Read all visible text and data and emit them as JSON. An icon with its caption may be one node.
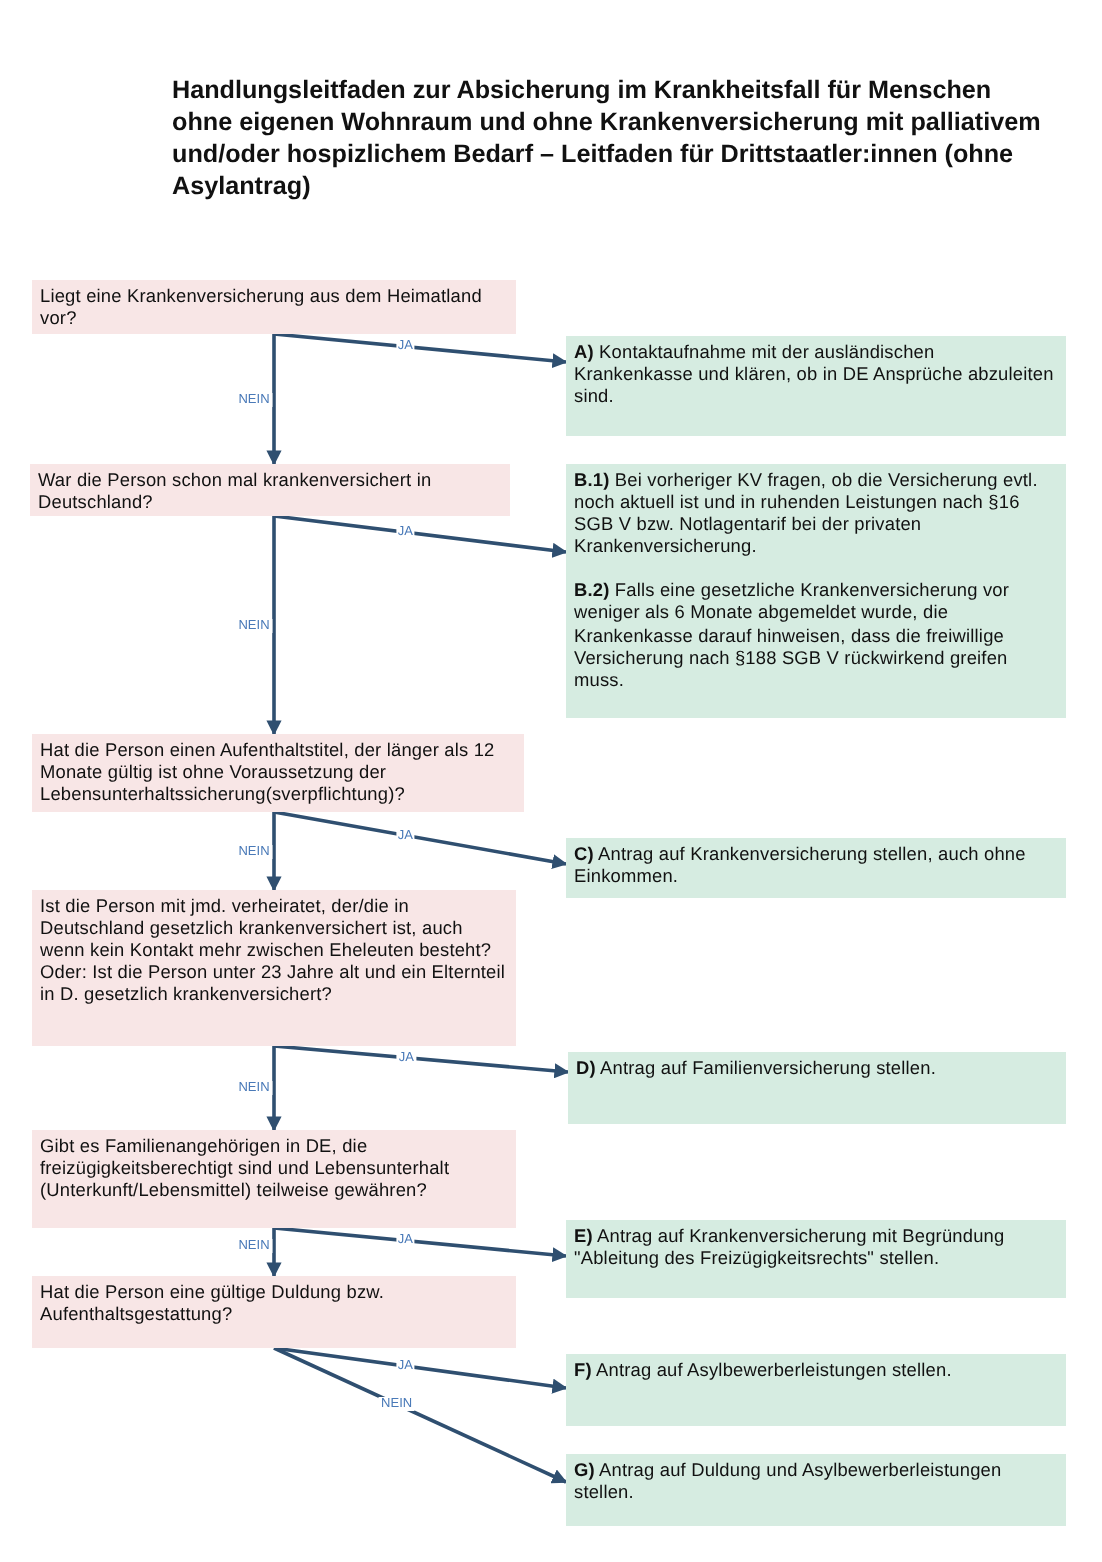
{
  "diagram": {
    "title": "Handlungsleitfaden zur Absicherung im Krankheitsfall für Menschen ohne eigenen Wohnraum und ohne Krankenversicherung mit palliativem und/oder hospizlichem Bedarf – Leitfaden für Drittstaatler:innen (ohne Asylantrag)",
    "nodes": [
      {
        "text": [
          "Liegt eine Krankenversicherung aus dem Heimatland vor?"
        ]
      },
      {
        "text": [
          "**A)** Kontaktaufnahme mit der ausländischen Krankenkasse und klären, ob in DE Ansprüche abzuleiten sind."
        ]
      },
      {
        "text": [
          "War die Person schon mal krankenversichert in Deutschland?"
        ]
      },
      {
        "text": [
          "**B.1)** Bei vorheriger KV fragen, ob die Versicherung evtl. noch aktuell ist und in ruhenden Leistungen nach §16 SGB V bzw. Notlagentarif bei der privaten Krankenversicherung.",
          "**B.2)** Falls eine gesetzliche Krankenversicherung vor weniger als 6 Monate abgemeldet wurde, die Krankenkasse darauf hinweisen, dass die freiwillige Versicherung nach §188 SGB V rückwirkend greifen muss."
        ]
      },
      {
        "text": [
          "Hat die Person einen Aufenthaltstitel, der länger als 12 Monate gültig ist ohne Voraussetzung der Lebensunterhaltssicherung(sverpflichtung)?"
        ]
      },
      {
        "text": [
          "**C)** Antrag auf Krankenversicherung stellen, auch ohne Einkommen."
        ]
      },
      {
        "text": [
          "Ist die Person mit jmd. verheiratet, der/die in Deutschland gesetzlich krankenversichert ist, auch wenn kein Kontakt mehr zwischen Eheleuten besteht?",
          "Oder: Ist die Person unter 23 Jahre alt und ein Elternteil in D. gesetzlich krankenversichert?"
        ]
      },
      {
        "text": [
          "**D)** Antrag auf Familienversicherung stellen."
        ]
      },
      {
        "text": [
          "Gibt es Familienangehörigen in DE, die freizügigkeitsberechtigt sind und  Lebensunterhalt (Unterkunft/Lebensmittel) teilweise gewähren?"
        ]
      },
      {
        "text": [
          "**E)** Antrag auf Krankenversicherung mit Begründung \"Ableitung des Freizügigkeitsrechts\" stellen."
        ]
      },
      {
        "text": [
          "Hat die Person eine gültige Duldung bzw. Aufenthaltsgestattung?"
        ]
      },
      {
        "text": [
          "**F)** Antrag auf Asylbewerberleistungen stellen."
        ]
      },
      {
        "text": [
          "**G)** Antrag auf Duldung und Asylbewerberleistungen stellen."
        ]
      }
    ],
    "edges": [
      {
        "from": 0,
        "to": 1,
        "arrow": "to",
        "label": "JA"
      },
      {
        "from": 0,
        "to": 2,
        "arrow": "to",
        "label": "NEIN"
      },
      {
        "from": 2,
        "to": 3,
        "arrow": "to",
        "label": "JA"
      },
      {
        "from": 2,
        "to": 4,
        "arrow": "to",
        "label": "NEIN"
      },
      {
        "from": 4,
        "to": 5,
        "arrow": "to",
        "label": "JA"
      },
      {
        "from": 4,
        "to": 6,
        "arrow": "to",
        "label": "NEIN"
      },
      {
        "from": 6,
        "to": 7,
        "arrow": "to",
        "label": "JA"
      },
      {
        "from": 6,
        "to": 8,
        "arrow": "to",
        "label": "NEIN"
      },
      {
        "from": 8,
        "to": 9,
        "arrow": "to",
        "label": "JA"
      },
      {
        "from": 8,
        "to": 10,
        "arrow": "to",
        "label": "NEIN"
      },
      {
        "from": 10,
        "to": 11,
        "arrow": "to",
        "label": "JA"
      },
      {
        "from": 10,
        "to": 12,
        "arrow": "to",
        "label": "NEIN"
      }
    ]
  }
}
